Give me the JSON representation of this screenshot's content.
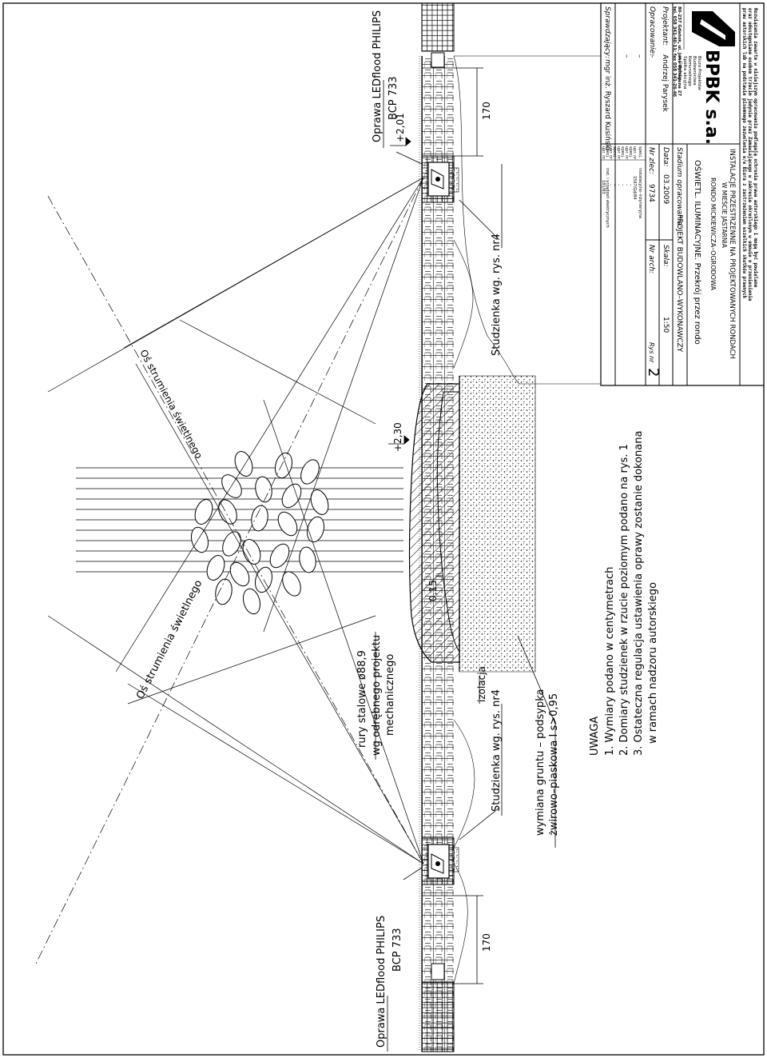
{
  "drawing": {
    "luminaire_top_label": "Oprawa LEDflood PHILIPS",
    "luminaire_top_model": "BCP 733",
    "luminaire_bottom_label": "Oprawa LEDflood PHILIPS",
    "luminaire_bottom_model": "BCP 733",
    "dim_170_top": "170",
    "dim_170_bottom": "170",
    "level_top": "+2,01",
    "level_center": "+2,30",
    "dim_015": "0,15",
    "beam_axis_1": "Oś strumienia świetlnego",
    "beam_axis_2": "Oś strumienia świetlnego",
    "well_top": "Studzienka wg. rys. nr4",
    "well_bottom": "Studzienka wg. rys. nr4",
    "insulation": "izolacja",
    "pipes_line1": "rury stalowe ø88,9",
    "pipes_line2": "wg odrębnego projektu",
    "pipes_line3": "mechanicznego",
    "soil_line1": "wymiana gruntu – podsypka",
    "soil_line2": "żwirowo–piaskowa I s>0,95"
  },
  "notes": {
    "title": "UWAGA",
    "items": [
      "1. Wymiary podano w centymetrach",
      "2. Domiary studzienek w rzucie poziomym podano na rys. 1",
      "3. Ostateczna regulacja ustawienia oprawy zostanie dokonana",
      "w ramach nadzoru autorskiego"
    ]
  },
  "titleblock": {
    "copyright": [
      "Rozwiązania zawarte w niniejszym opracowaniu podlegają ochronie prawa autorskiego i mogą być powielane",
      "oraz udostępniane osobom trzecim jedynie przez Zamawiającego w zakresie określonym w umowie o przeniesienie",
      "praw autorskich lub na podstawie pisemnego zezwolenia w/w Biura z zastrzeżeniem wszelkich skutków prawnych"
    ],
    "company_logo": "BPBK s.a.",
    "company_lines": [
      "Biuro Projektów",
      "Budownictwa",
      "Komunalnego",
      "Spółka akcyjna",
      "w Gdańsku"
    ],
    "address1": "80-237 Gdańsk, ul. Jana Uphagena 27",
    "address2": "tel. 058 341-40-11; fax 058 341-26-46",
    "project_title1": "INSTALACJE PRZESTRZENNE NA PROJEKTOWANYCH RONDACH",
    "project_title2": "W MIEŚCIE JASTARNIA",
    "project_title3": "RONDO MICKIEWICZA–OGRODOWA",
    "drawing_title": "OŚWIETL. ILUMINACYJNE. Przekrój przez rondo",
    "stage_label": "Stadium opracowania:",
    "stage_value": "PROJEKT BUDOWLANO–WYKONAWCZY",
    "date_label": "Data:",
    "date_value": "03.2009",
    "scale_label": "Skala:",
    "scale_value": "1:50",
    "order_label": "Nr zlec:",
    "order_value": "9734",
    "arch_label": "Nr arch:",
    "arch_value": "",
    "sheet_label": "Rys nr",
    "sheet_value": "2",
    "designer_label": "Projektant:",
    "designer_value": "Andrzej Parysek",
    "prepared_label": "Opracowanie:",
    "prepared_value": "–",
    "checker_label": "Sprawdzający:",
    "checker_value": "mgr inż. Ryszard Kusiński",
    "spec_rows": [
      [
        "specj.",
        "instalacyjno–inżynieryjna"
      ],
      [
        "upr. nr",
        "1567/Gd/84"
      ],
      [
        "specj.",
        "–"
      ],
      [
        "upr. nr",
        "–"
      ],
      [
        "specj.",
        "–"
      ],
      [
        "upr. nr",
        "–"
      ],
      [
        "specj.",
        "–"
      ],
      [
        "upr. nr",
        "–"
      ],
      [
        "specj.",
        "inst. i urządzeń elektrycznych"
      ],
      [
        "upr. nr",
        "181/83"
      ]
    ]
  }
}
